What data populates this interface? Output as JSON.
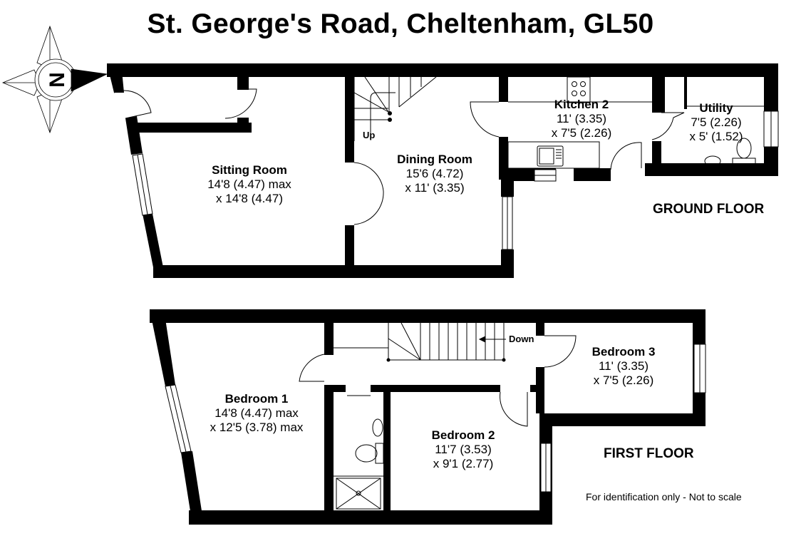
{
  "title": "St. George's Road, Cheltenham, GL50",
  "compass": {
    "label": "N",
    "icon": "compass-north-arrow-icon"
  },
  "ground_floor": {
    "label": "GROUND FLOOR",
    "stairs_label": "Up",
    "rooms": [
      {
        "name": "Sitting Room",
        "dim1": "14'8 (4.47) max",
        "dim2": "x 14'8 (4.47)"
      },
      {
        "name": "Dining Room",
        "dim1": "15'6 (4.72)",
        "dim2": "x 11' (3.35)"
      },
      {
        "name": "Kitchen 2",
        "dim1": "11' (3.35)",
        "dim2": "x 7'5 (2.26)"
      },
      {
        "name": "Utility",
        "dim1": "7'5 (2.26)",
        "dim2": "x 5' (1.52)"
      }
    ]
  },
  "first_floor": {
    "label": "FIRST FLOOR",
    "stairs_label": "Down",
    "rooms": [
      {
        "name": "Bedroom 1",
        "dim1": "14'8 (4.47) max",
        "dim2": "x 12'5 (3.78) max"
      },
      {
        "name": "Bedroom 2",
        "dim1": "11'7 (3.53)",
        "dim2": "x 9'1 (2.77)"
      },
      {
        "name": "Bedroom 3",
        "dim1": "11' (3.35)",
        "dim2": "x 7'5 (2.26)"
      }
    ]
  },
  "disclaimer": "For identification only - Not to scale",
  "colors": {
    "wall": "#000000",
    "background": "#ffffff",
    "line": "#000000"
  }
}
